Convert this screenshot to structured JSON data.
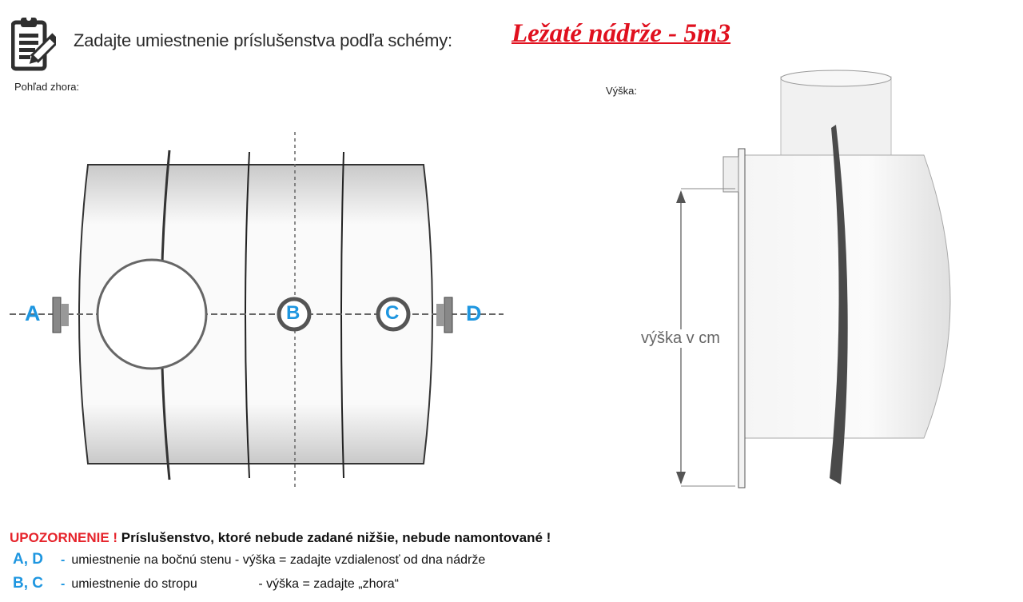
{
  "header": {
    "icon": "clipboard-pencil-icon",
    "title": "Zadajte umiestnenie príslušenstva podľa schémy:",
    "subtitle": "Ležaté nádrže - 5m3",
    "subtitle_color": "#e0101e"
  },
  "views": {
    "top_view_label": "Pohľad zhora:",
    "side_view_label": "Výška:"
  },
  "diagram": {
    "points": [
      {
        "id": "A",
        "label": "A",
        "type": "side-wall"
      },
      {
        "id": "B",
        "label": "B",
        "type": "ceiling"
      },
      {
        "id": "C",
        "label": "C",
        "type": "ceiling"
      },
      {
        "id": "D",
        "label": "D",
        "type": "side-wall"
      }
    ],
    "point_color": "#1e96e0",
    "height_label": "výška v cm"
  },
  "notes": {
    "warning_label": "UPOZORNENIE !",
    "warning_text": "Príslušenstvo, ktoré nebude zadané nižšie, nebude namontované !",
    "warning_color": "#e6242c",
    "rows": [
      {
        "key": "A, D",
        "dash": "-",
        "placement": "umiestnenie na bočnú stenu",
        "height": "- výška = zadajte vzdialenosť od dna nádrže"
      },
      {
        "key": "B, C",
        "dash": "-",
        "placement": "umiestnenie do stropu",
        "height": "- výška = zadajte „zhora“"
      }
    ]
  }
}
